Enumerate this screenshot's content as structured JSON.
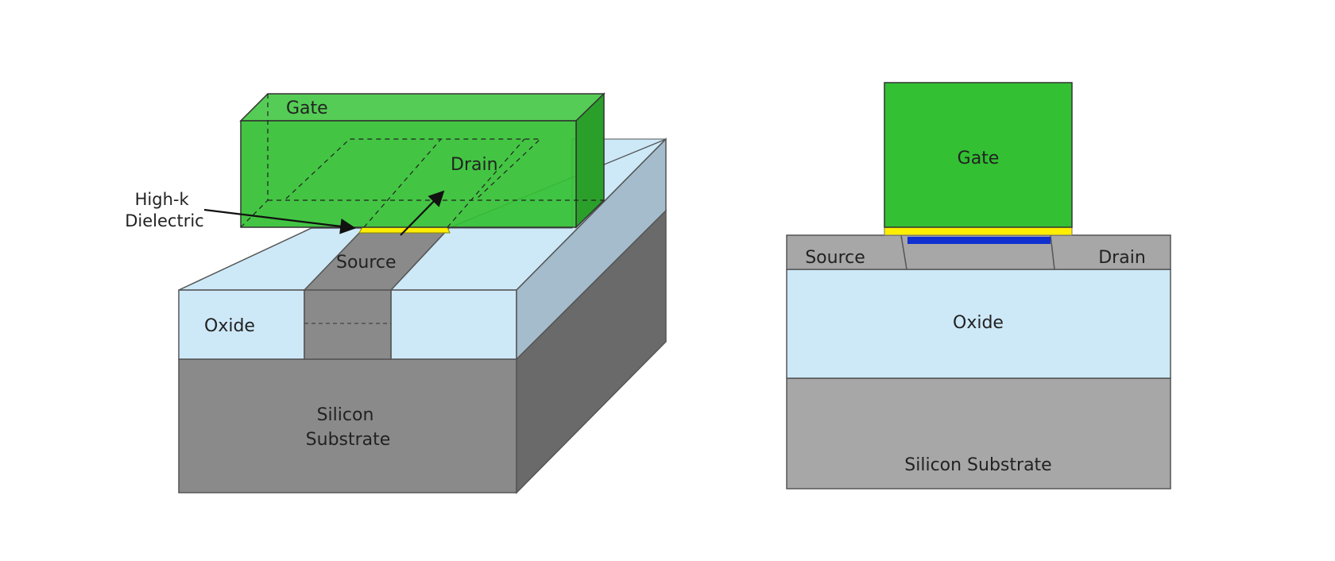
{
  "left_diagram": {
    "gate": "Gate",
    "drain": "Drain",
    "dielectric": "High-k\nDielectric",
    "source": "Source",
    "oxide": "Oxide",
    "substrate": "Silicon\nSubstrate"
  },
  "right_diagram": {
    "gate": "Gate",
    "source": "Source",
    "drain": "Drain",
    "oxide": "Oxide",
    "substrate": "Silicon Substrate"
  },
  "colors": {
    "gate_front": "#33c033",
    "gate_top": "#55cc55",
    "gate_side": "#2aa02a",
    "dielectric": "#ffee00",
    "channel": "#1030d0",
    "oxide_front": "#cde9f8",
    "oxide_side": "#a4bccb",
    "silicon_front": "#8a8a8a",
    "silicon_side": "#6a6a6a",
    "silicon_flat": "#a7a7a7"
  }
}
